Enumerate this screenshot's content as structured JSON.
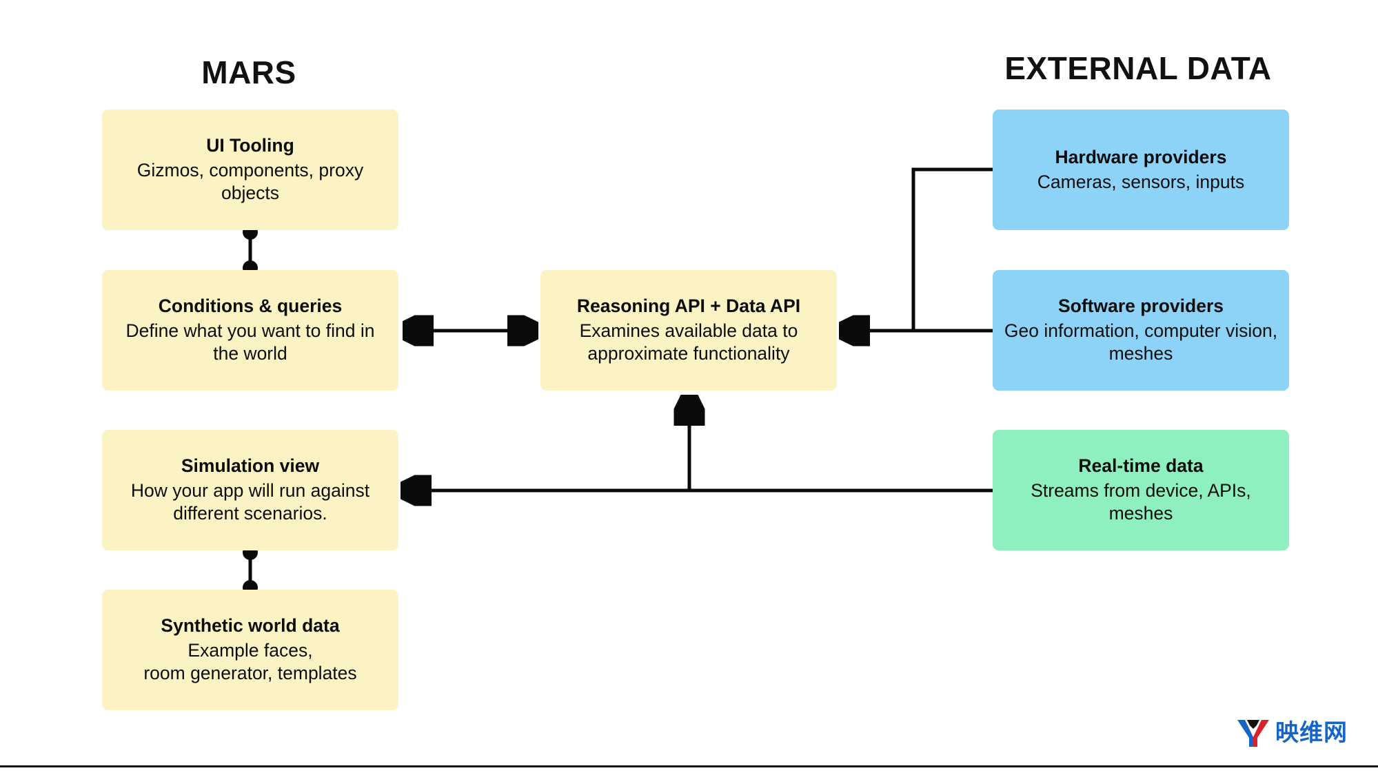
{
  "headings": {
    "left": "MARS",
    "right": "EXTERNAL DATA"
  },
  "colors": {
    "mars_box": "#fbf3c3",
    "provider_box": "#8dd3f7",
    "realtime_box": "#8ef0bf",
    "connector": "#0a0a0a",
    "text": "#0d0d0d",
    "watermark_blue": "#1565c8",
    "watermark_red": "#d8232a"
  },
  "nodes": {
    "ui_tooling": {
      "title": "UI Tooling",
      "desc": "Gizmos, components, proxy objects"
    },
    "conditions": {
      "title": "Conditions & queries",
      "desc": "Define what you want to find in the world"
    },
    "simulation": {
      "title": "Simulation view",
      "desc": "How your app will run against different scenarios."
    },
    "synthetic": {
      "title": "Synthetic world data",
      "desc_line1": "Example faces,",
      "desc_line2": "room generator, templates"
    },
    "reasoning": {
      "title": "Reasoning API + Data API",
      "desc": "Examines available data to approximate functionality"
    },
    "hardware": {
      "title": "Hardware providers",
      "desc": "Cameras, sensors, inputs"
    },
    "software": {
      "title": "Software providers",
      "desc": "Geo information, computer vision, meshes"
    },
    "realtime": {
      "title": "Real-time data",
      "desc": "Streams from device, APIs, meshes"
    }
  },
  "connectors": [
    {
      "name": "ui-tooling-to-conditions",
      "style": "dumbbell",
      "from": "ui_tooling",
      "to": "conditions"
    },
    {
      "name": "simulation-to-synthetic",
      "style": "dumbbell",
      "from": "simulation",
      "to": "synthetic"
    },
    {
      "name": "conditions-reasoning",
      "style": "double-arrow",
      "from": "conditions",
      "to": "reasoning"
    },
    {
      "name": "hardware-to-reasoning",
      "style": "elbow-arrow",
      "from": "hardware",
      "to": "reasoning"
    },
    {
      "name": "software-to-reasoning",
      "style": "arrow",
      "from": "software",
      "to": "reasoning"
    },
    {
      "name": "realtime-to-simulation",
      "style": "arrow",
      "from": "realtime",
      "to": "simulation"
    },
    {
      "name": "realtime-to-reasoning",
      "style": "branch-arrow",
      "from": "realtime",
      "to": "reasoning"
    }
  ],
  "watermark": {
    "text": "映维网",
    "mark_name": "yv-logo-mark"
  }
}
